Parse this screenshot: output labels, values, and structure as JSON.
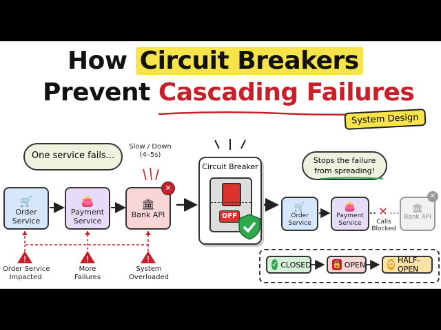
{
  "title": {
    "line1_prefix": "How",
    "line1_highlight": "Circuit Breakers",
    "line2_prefix": "Prevent",
    "line2_red": "Cascading Failures"
  },
  "tag": "System Design",
  "left": {
    "callout": "One service fails...",
    "slow_note": "Slow / Down\n(4–5s)",
    "nodes": [
      {
        "label": "Order\nService",
        "icon": "cart-icon"
      },
      {
        "label": "Payment\nService",
        "icon": "wallet-icon"
      },
      {
        "label": "Bank API",
        "icon": "bank-icon"
      }
    ],
    "warnings": [
      "Order Service\nImpacted",
      "More\nFailures",
      "System\nOverloaded"
    ]
  },
  "breaker": {
    "label": "Circuit Breaker",
    "switch_state": "OFF"
  },
  "right": {
    "callout": "Stops the failure\nfrom spreading!",
    "nodes": [
      {
        "label": "Order\nService",
        "icon": "cart-icon"
      },
      {
        "label": "Payment\nService",
        "icon": "wallet-icon"
      },
      {
        "label": "Bank API",
        "icon": "bank-icon"
      }
    ],
    "blocked_label": "Calls\nBlocked"
  },
  "states": [
    "CLOSED",
    "OPEN",
    "HALF-OPEN"
  ],
  "colors": {
    "highlight": "#f7e34a",
    "danger": "#c8202a",
    "success": "#2fa84f",
    "warning": "#f0a21b"
  }
}
